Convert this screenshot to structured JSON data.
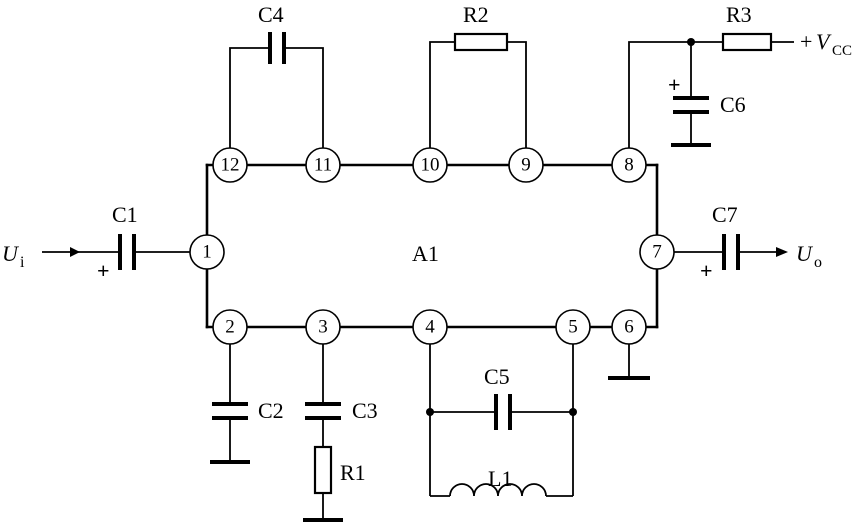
{
  "chip": {
    "name": "A1"
  },
  "pins": [
    "1",
    "2",
    "3",
    "4",
    "5",
    "6",
    "7",
    "8",
    "9",
    "10",
    "11",
    "12"
  ],
  "components": {
    "C1": "C1",
    "C2": "C2",
    "C3": "C3",
    "C4": "C4",
    "C5": "C5",
    "C6": "C6",
    "C7": "C7",
    "R1": "R1",
    "R2": "R2",
    "R3": "R3",
    "L1": "L1"
  },
  "signals": {
    "input_main": "U",
    "input_sub": "i",
    "output_main": "U",
    "output_sub": "o",
    "supply_prefix": "+",
    "supply_main": "V",
    "supply_sub": "CC"
  },
  "polarity": "+"
}
